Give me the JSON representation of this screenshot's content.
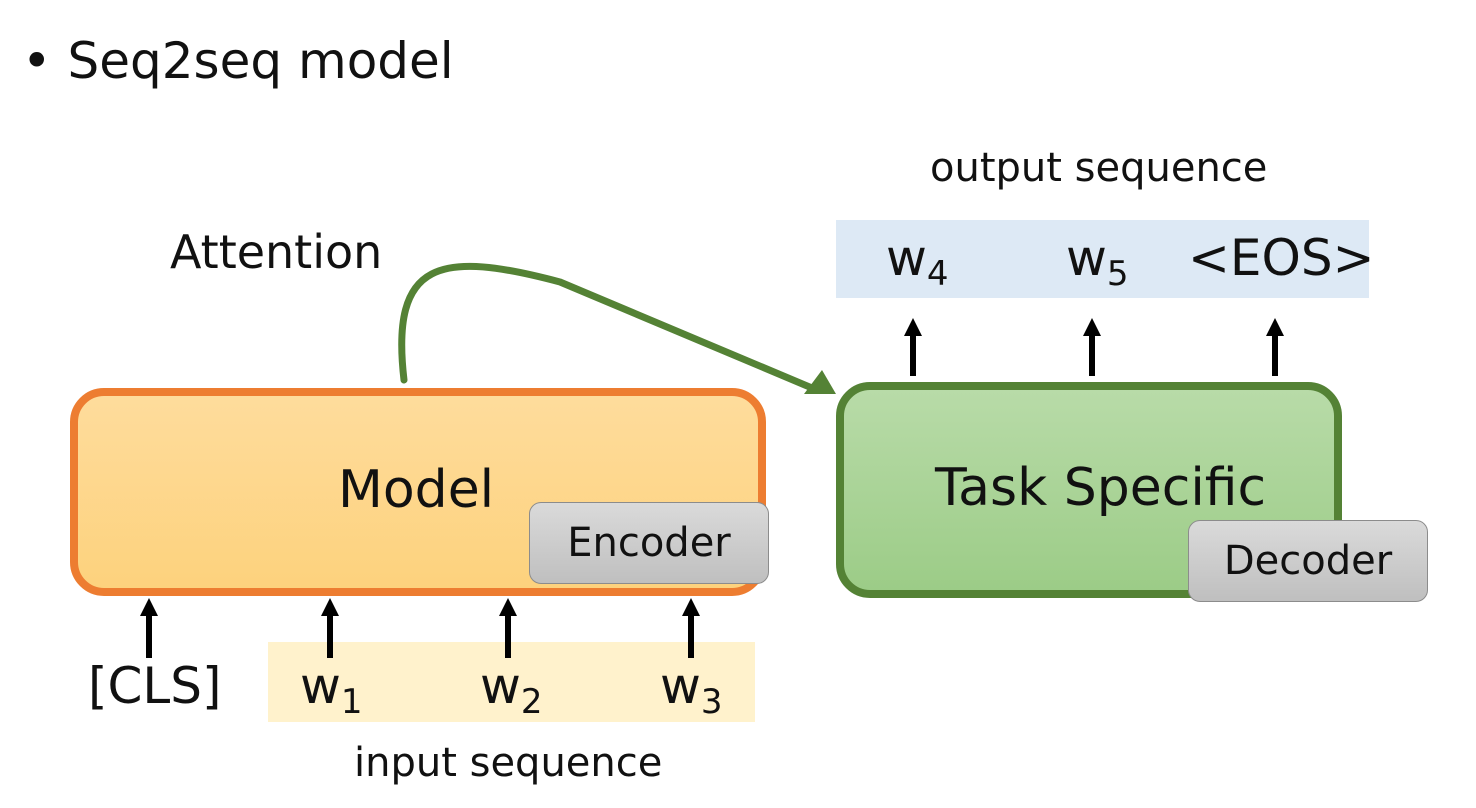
{
  "title": "Seq2seq model",
  "attention_label": "Attention",
  "output_sequence_label": "output sequence",
  "input_sequence_label": "input sequence",
  "model_label": "Model",
  "encoder_label": "Encoder",
  "task_label": "Task Specific",
  "decoder_label": "Decoder",
  "output_tokens": [
    {
      "main": "w",
      "sub": "4"
    },
    {
      "main": "w",
      "sub": "5"
    },
    {
      "main": "<EOS>",
      "sub": ""
    }
  ],
  "input_tokens": [
    {
      "main": "[CLS]",
      "sub": ""
    },
    {
      "main": "w",
      "sub": "1"
    },
    {
      "main": "w",
      "sub": "2"
    },
    {
      "main": "w",
      "sub": "3"
    }
  ],
  "colors": {
    "model_border": "#ed7d31",
    "model_fill": "#fdd27d",
    "task_border": "#548235",
    "task_fill": "#a9d18e",
    "output_band": "#dde9f5",
    "input_band": "#fff2cc",
    "attention_arrow": "#548235"
  }
}
